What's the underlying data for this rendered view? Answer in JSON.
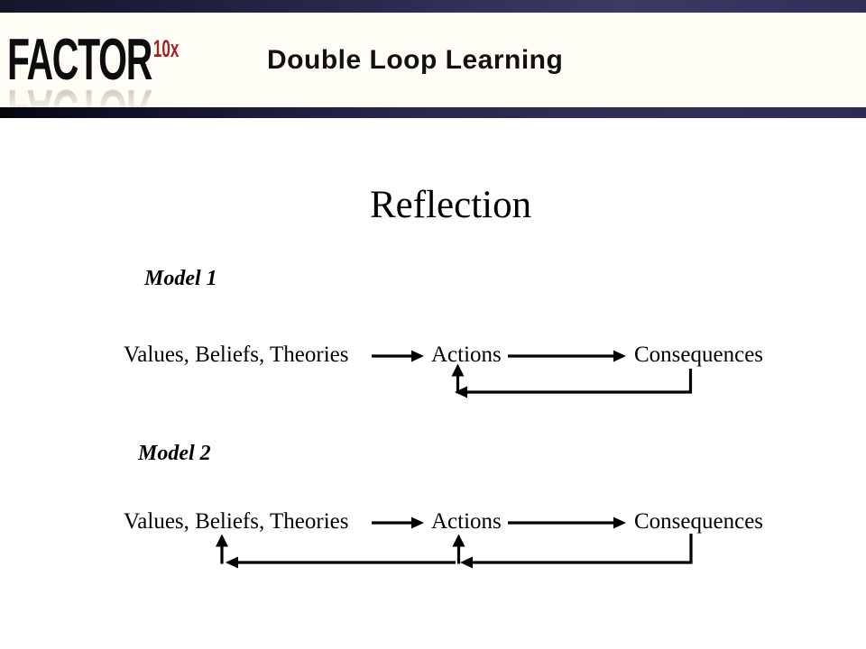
{
  "header": {
    "logo_text": "FACTOR",
    "logo_sup": "10x",
    "title": "Double Loop Learning"
  },
  "slide": {
    "heading": "Reflection",
    "model1": {
      "label": "Model 1",
      "nodes": [
        "Values, Beliefs, Theories",
        "Actions",
        "Consequences"
      ]
    },
    "model2": {
      "label": "Model 2",
      "nodes": [
        "Values, Beliefs, Theories",
        "Actions",
        "Consequences"
      ]
    }
  },
  "colors": {
    "logo_red": "#a32125",
    "top_bar_navy": "#31315a",
    "divider_navy": "#2c2c55",
    "text": "#000000"
  }
}
